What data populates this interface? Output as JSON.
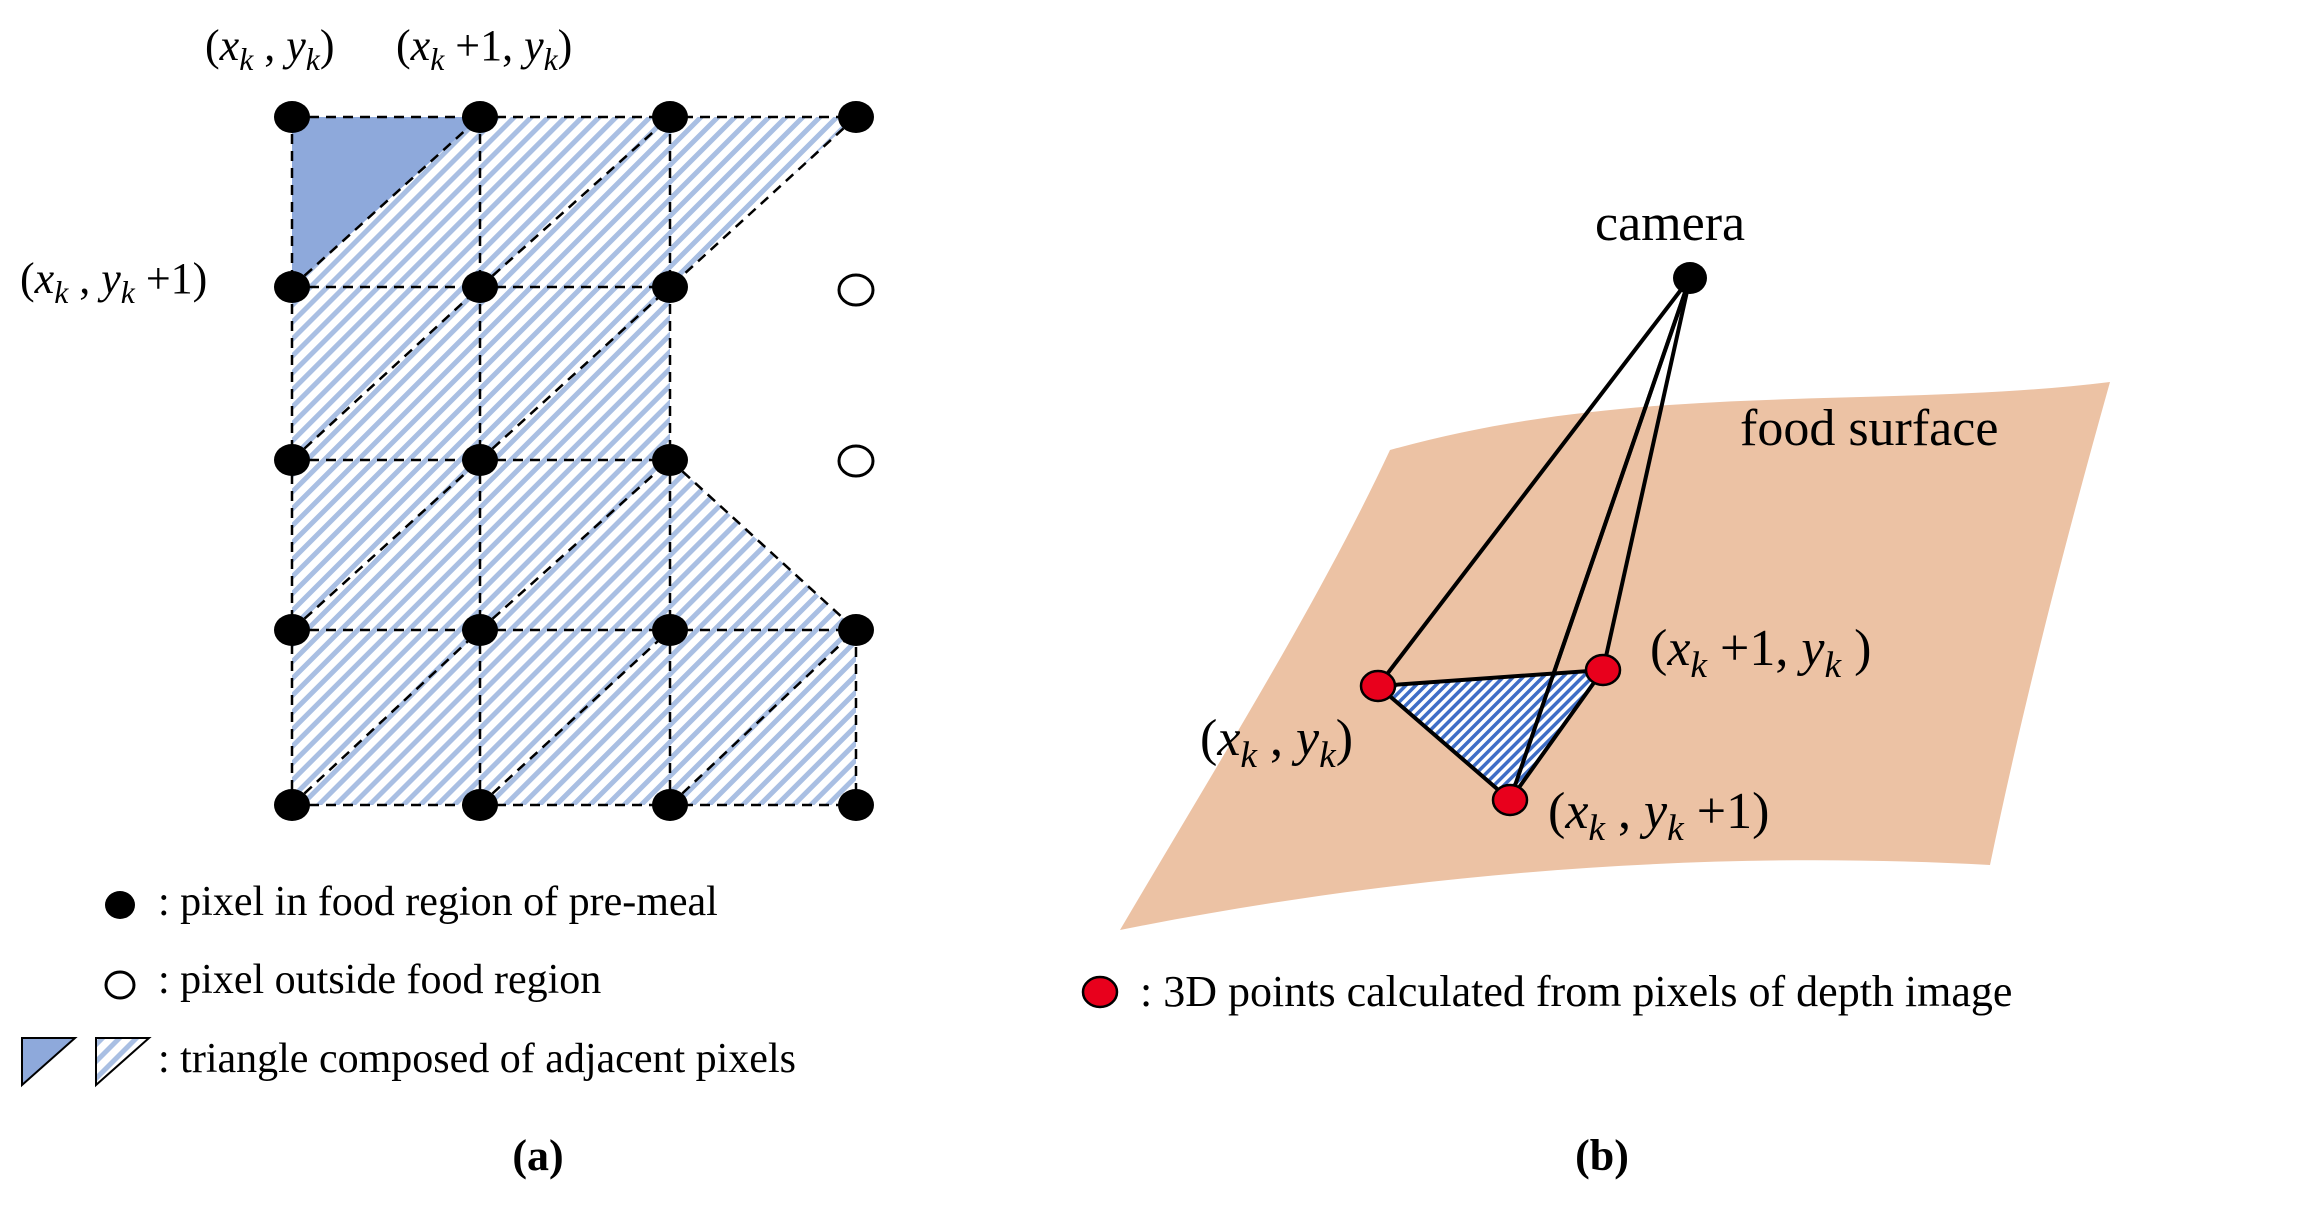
{
  "panel_a": {
    "label_top_left": "(x_k , y_k)",
    "label_top_right": "(x_k +1, y_k)",
    "label_left": "(x_k , y_k +1)",
    "legend": {
      "filled": ": pixel in food region of pre-meal",
      "empty": ": pixel outside food region",
      "triangle": ": triangle composed of adjacent pixels"
    },
    "caption": "(a)"
  },
  "panel_b": {
    "camera": "camera",
    "surface": "food surface",
    "point_a": "(x_k , y_k)",
    "point_b": "(x_k +1,  y_k )",
    "point_c": "(x_k ,  y_k +1)",
    "legend": ": 3D points calculated from pixels of depth image",
    "caption": "(b)"
  },
  "colors": {
    "triangle_fill": "#8ea9db",
    "hatch": "#9fb7e0",
    "surface": "#ecc2a4",
    "point_red": "#e8001c"
  }
}
